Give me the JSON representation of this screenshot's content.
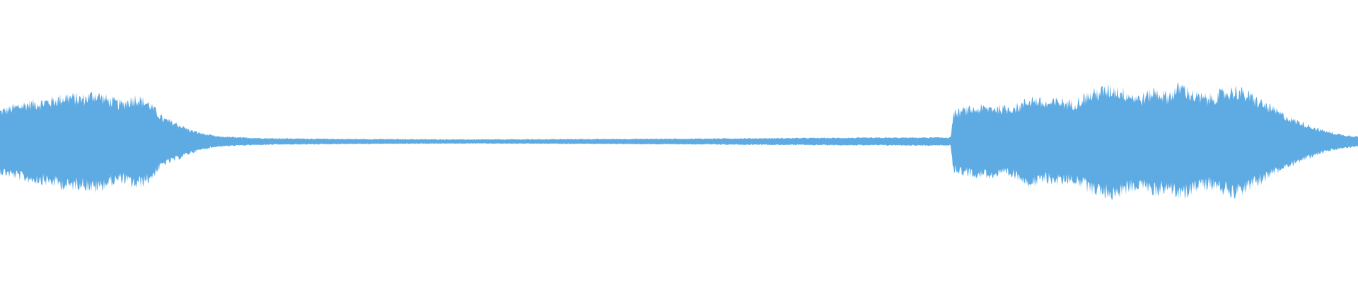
{
  "waveform": {
    "color": "#5eabe3",
    "background": "#ffffff",
    "channels": 1,
    "envelope": [
      [
        0.0,
        0.24
      ],
      [
        0.01,
        0.27
      ],
      [
        0.02,
        0.3
      ],
      [
        0.03,
        0.31
      ],
      [
        0.04,
        0.33
      ],
      [
        0.05,
        0.36
      ],
      [
        0.06,
        0.34
      ],
      [
        0.07,
        0.38
      ],
      [
        0.08,
        0.33
      ],
      [
        0.09,
        0.3
      ],
      [
        0.1,
        0.35
      ],
      [
        0.11,
        0.3
      ],
      [
        0.12,
        0.18
      ],
      [
        0.13,
        0.14
      ],
      [
        0.14,
        0.09
      ],
      [
        0.15,
        0.06
      ],
      [
        0.16,
        0.04
      ],
      [
        0.18,
        0.03
      ],
      [
        0.2,
        0.025
      ],
      [
        0.25,
        0.02
      ],
      [
        0.3,
        0.018
      ],
      [
        0.35,
        0.016
      ],
      [
        0.4,
        0.018
      ],
      [
        0.45,
        0.02
      ],
      [
        0.5,
        0.022
      ],
      [
        0.55,
        0.025
      ],
      [
        0.6,
        0.028
      ],
      [
        0.65,
        0.03
      ],
      [
        0.7,
        0.032
      ],
      [
        0.702,
        0.22
      ],
      [
        0.71,
        0.25
      ],
      [
        0.72,
        0.26
      ],
      [
        0.73,
        0.27
      ],
      [
        0.74,
        0.26
      ],
      [
        0.75,
        0.28
      ],
      [
        0.76,
        0.34
      ],
      [
        0.77,
        0.3
      ],
      [
        0.78,
        0.32
      ],
      [
        0.79,
        0.3
      ],
      [
        0.8,
        0.36
      ],
      [
        0.81,
        0.4
      ],
      [
        0.82,
        0.42
      ],
      [
        0.83,
        0.38
      ],
      [
        0.84,
        0.34
      ],
      [
        0.85,
        0.4
      ],
      [
        0.86,
        0.36
      ],
      [
        0.87,
        0.44
      ],
      [
        0.88,
        0.36
      ],
      [
        0.89,
        0.34
      ],
      [
        0.9,
        0.38
      ],
      [
        0.91,
        0.41
      ],
      [
        0.92,
        0.36
      ],
      [
        0.93,
        0.3
      ],
      [
        0.94,
        0.24
      ],
      [
        0.95,
        0.18
      ],
      [
        0.96,
        0.14
      ],
      [
        0.97,
        0.1
      ],
      [
        0.98,
        0.07
      ],
      [
        0.99,
        0.05
      ],
      [
        1.0,
        0.04
      ]
    ]
  }
}
